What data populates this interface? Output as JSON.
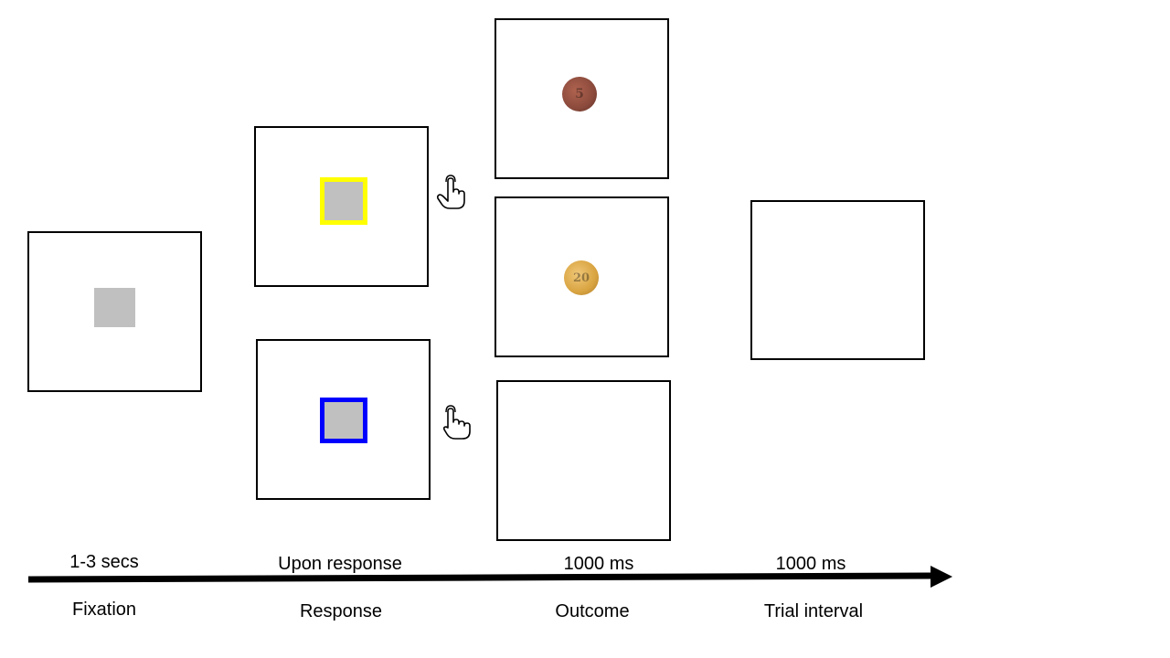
{
  "timing": {
    "fixation": "1-3 secs",
    "response": "Upon response",
    "outcome": "1000 ms",
    "trial_interval": "1000 ms"
  },
  "phases": {
    "fixation": "Fixation",
    "response": "Response",
    "outcome": "Outcome",
    "trial_interval": "Trial interval"
  },
  "colors": {
    "stimulus_gray": "#c0c0c0",
    "option_a_frame": "#ffff00",
    "option_b_frame": "#0000ff",
    "copper_coin": "#8b4a3c",
    "gold_coin": "#d9a441",
    "arrow": "#000000"
  },
  "icons": {
    "response_a": "pointing-hand-icon",
    "response_b": "pointing-hand-icon",
    "outcome_high": "copper-coin-icon",
    "outcome_low": "gold-coin-icon"
  }
}
